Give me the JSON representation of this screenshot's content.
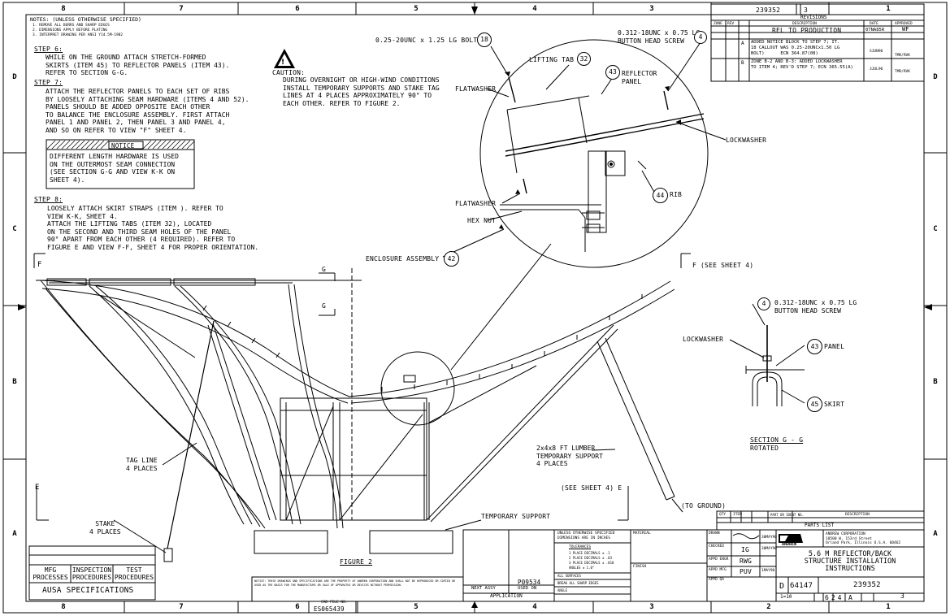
{
  "zones_top": [
    "8",
    "7",
    "6",
    "5",
    "4",
    "3",
    "2",
    "1"
  ],
  "zones_side": [
    "D",
    "C",
    "B",
    "A"
  ],
  "drawing_number_top": "239352",
  "sheet_top": "3",
  "notes": {
    "title": "NOTES: (UNLESS OTHERWISE SPECIFIED)",
    "lines": [
      "1. REMOVE ALL BURRS AND SHARP EDGES",
      "2. DIMENSIONS APPLY BEFORE PLATING",
      "3. INTERPRET DRAWING PER ANSI Y14.5M-1982"
    ]
  },
  "step6": {
    "title": "STEP 6:",
    "text": "WHILE ON THE GROUND ATTACH STRETCH-FORMED\nSKIRTS (ITEM 45) TO REFLECTOR PANELS (ITEM 43).\nREFER TO SECTION G-G."
  },
  "step7": {
    "title": "STEP 7:",
    "text": "ATTACH THE REFLECTOR PANELS TO EACH SET OF RIBS\nBY LOOSELY ATTACHING SEAM HARDWARE (ITEMS 4 AND 52).\nPANELS SHOULD BE ADDED OPPOSITE EACH OTHER\nTO BALANCE THE ENCLOSURE ASSEMBLY. FIRST ATTACH\nPANEL 1 AND PANEL 2, THEN PANEL 3 AND PANEL 4,\nAND SO ON REFER TO VIEW \"F\" SHEET 4."
  },
  "notice": {
    "label": "NOTICE",
    "text": "DIFFERENT LENGTH HARDWARE IS USED\nON THE OUTERMOST SEAM CONNECTION\n(SEE SECTION G-G AND VIEW K-K ON\nSHEET 4)."
  },
  "step8": {
    "title": "STEP 8:",
    "text": "LOOSELY ATTACH SKIRT STRAPS (ITEM ). REFER TO\nVIEW K-K, SHEET 4.\nATTACH THE LIFTING TABS (ITEM 32), LOCATED\nON THE SECOND AND THIRD SEAM HOLES OF THE PANEL\n90° APART FROM EACH OTHER (4 REQUIRED). REFER TO\nFIGURE E AND VIEW F-F, SHEET 4 FOR PROPER ORIENTATION."
  },
  "caution": {
    "label": "CAUTION:",
    "text": "DURING OVERNIGHT OR HIGH-WIND CONDITIONS\nINSTALL TEMPORARY SUPPORTS AND STAKE TAG\nLINES AT 4 PLACES APPROXIMATELY 90° TO\nEACH OTHER. REFER TO FIGURE 2."
  },
  "callouts": {
    "bolt": "0.25-20UNC x 1.25 LG BOLT",
    "screw_top": "0.312-18UNC x 0.75 LG\nBUTTON HEAD SCREW",
    "lifting_tab": "LIFTING TAB",
    "flatwasher1": "FLATWASHER",
    "reflector_panel": "REFLECTOR\nPANEL",
    "lockwasher": "LOCKWASHER",
    "flatwasher2": "FLATWASHER",
    "hex_nut": "HEX NUT",
    "rib": "RIB",
    "enclosure": "ENCLOSURE ASSEMBLY",
    "f_left": "F",
    "f_right": "F (SEE SHEET 4)",
    "g_top": "G",
    "g_bottom": "G",
    "screw_sect": "0.312-18UNC x 0.75 LG\nBUTTON HEAD SCREW",
    "lockwasher_sect": "LOCKWASHER",
    "panel": "PANEL",
    "skirt": "SKIRT",
    "section_title": "SECTION G - G",
    "section_sub": "ROTATED",
    "tag_line": "TAG LINE\n4 PLACES",
    "lumber": "2x4x8 FT LUMBER\nTEMPORARY SUPPORT\n4 PLACES",
    "e_left": "E",
    "e_right": "(SEE SHEET 4) E",
    "to_ground": "(TO GROUND)",
    "temp_support": "TEMPORARY SUPPORT",
    "stake": "STAKE\n4 PLACES",
    "figure": "FIGURE 2"
  },
  "balloons": {
    "b18": "18",
    "b32": "32",
    "b4a": "4",
    "b43a": "43",
    "b44": "44",
    "b42": "42",
    "b4b": "4",
    "b43b": "43",
    "b45": "45"
  },
  "revisions": {
    "title": "REVISIONS",
    "cols": [
      "ZONE",
      "REV",
      "DESCRIPTION",
      "DATE",
      "APPROVED"
    ],
    "release": "REL TO PRODUCTION",
    "release_date": "07NA85R",
    "release_appr": "WF",
    "rows": [
      {
        "rev": "A",
        "desc": "ADDED NOTICE BLOCK TO STEP 7; IT.\n18 CALLOUT WAS 0.25-20UNCx1.50 LG\nBOLT)      ECN 364.87(08)",
        "date": "SJUN90",
        "appr": "TMR/RVK"
      },
      {
        "rev": "B",
        "desc": "ZONE B-2 AND B-3: ADDED LOCKWASHER\nTO ITEM 4; REV'D STEP 7; ECN 365.55(A)",
        "date": "3JUL90",
        "appr": "TMR/RVK"
      }
    ]
  },
  "title_block": {
    "company": "ANDREW CORPORATION\n10500 W. 153rd Street\nOrland Park, Illinois U.S.A. 60462",
    "logo": "ANDREW",
    "title": "5.6 M REFLECTOR/BACK\nSTRUCTURE INSTALLATION\nINSTRUCTIONS",
    "size": "D",
    "cage": "64147",
    "dwg_no": "239352",
    "scale": "1=10",
    "sheet": "3",
    "sheet_of": "624",
    "rev_box": "A",
    "drawn": "IG",
    "checked": "RWG",
    "approved": "PUV",
    "dates": [
      "30MAY90",
      "30MAY90",
      "1MAY90"
    ],
    "labels": [
      "DRAWN",
      "CHECKED",
      "APPD ENGR",
      "APPD MFG",
      "APPD QA"
    ],
    "parts_list": "PARTS LIST",
    "parts_cols": [
      "QTY",
      "ITEM",
      "PART OR IDENT NO.",
      "DESCRIPTION"
    ],
    "material": "MATERIAL",
    "finish": "FINISH"
  },
  "tolerance": {
    "head1": "UNLESS OTHERWISE SPECIFIED",
    "head2": "DIMENSIONS ARE IN INCHES",
    "tol": "TOLERANCES",
    "lines": [
      "1 PLACE DECIMALS ± .1",
      "2 PLACE DECIMALS ± .03",
      "3 PLACE DECIMALS ± .010",
      "ANGLES ± 1.0°"
    ],
    "sub1": "ALL SURFACES",
    "sub2": "BREAK ALL SHARP EDGES",
    "sub3": "ANGLE"
  },
  "application": {
    "next_assy": "NEXT ASSY",
    "used_on": "USED ON",
    "label": "APPLICATION",
    "value": "P09534"
  },
  "specs": {
    "cols": [
      "MFG\nPROCESSES",
      "INSPECTION\nPROCEDURES",
      "TEST\nPROCEDURES"
    ],
    "footer": "AUSA SPECIFICATIONS"
  },
  "cad_file": {
    "label": "CAD FILE NO.",
    "value": "ES065439"
  },
  "proprietary": "NOTICE: THESE DRAWINGS AND SPECIFICATIONS ARE THE PROPERTY OF ANDREW CORPORATION AND SHALL NOT BE REPRODUCED OR COPIED OR USED AS THE BASIS FOR THE MANUFACTURE OR SALE OF APPARATUS OR DEVICES WITHOUT PERMISSION."
}
